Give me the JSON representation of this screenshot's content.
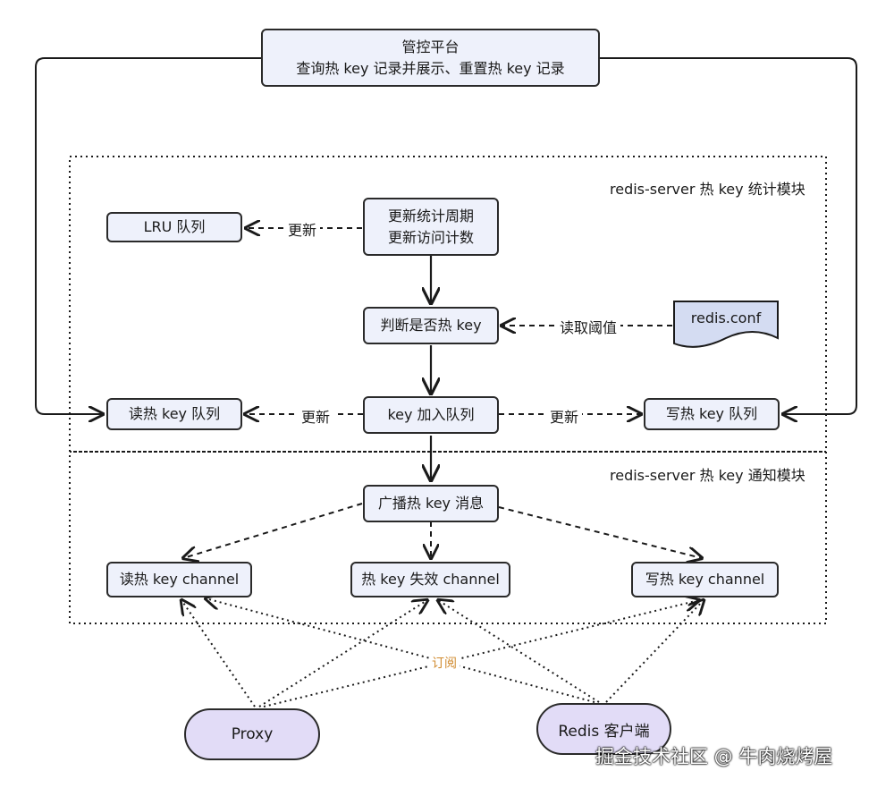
{
  "nodes": {
    "control_platform": {
      "line1": "管控平台",
      "line2": "查询热 key 记录并展示、重置热 key 记录"
    },
    "update_stats": {
      "line1": "更新统计周期",
      "line2": "更新访问计数"
    },
    "lru_queue": "LRU 队列",
    "judge_hot_key": "判断是否热 key",
    "redis_conf": "redis.conf",
    "read_hot_key_queue": "读热 key 队列",
    "key_enqueue": "key 加入队列",
    "write_hot_key_queue": "写热 key 队列",
    "broadcast": "广播热 key 消息",
    "read_channel": "读热 key channel",
    "expire_channel": "热 key 失效 channel",
    "write_channel": "写热 key channel",
    "proxy": "Proxy",
    "redis_client": "Redis 客户端"
  },
  "regions": {
    "stats_module": "redis-server 热 key 统计模块",
    "notify_module": "redis-server 热 key 通知模块"
  },
  "edge_labels": {
    "update_lru": "更新",
    "read_threshold": "读取阈值",
    "update_read": "更新",
    "update_write": "更新",
    "subscribe": "订阅"
  },
  "watermark": "掘金技术社区 @ 牛肉烧烤屋",
  "colors": {
    "box_fill": "#eef1fb",
    "doc_fill": "#d4dcf2",
    "pill_fill": "#e2dcf7",
    "stroke": "#2a2a2a",
    "subscribe_label": "#d08a2e"
  }
}
